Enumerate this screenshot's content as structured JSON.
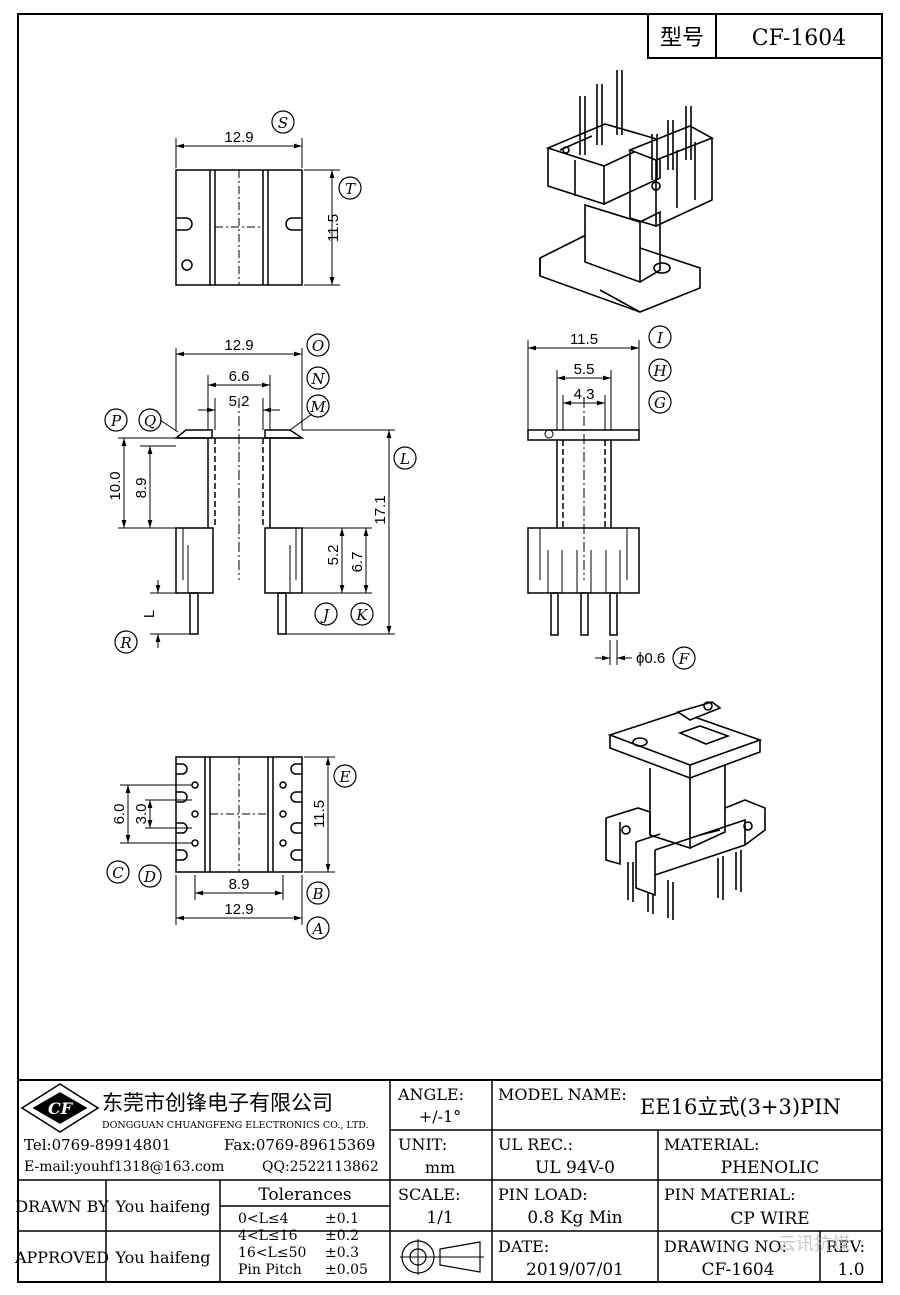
{
  "header": {
    "model_label": "型号",
    "model_value": "CF-1604"
  },
  "dimensions": {
    "top_view": {
      "width": "12.9",
      "height": "11.5",
      "tag_width": "S",
      "tag_height": "T"
    },
    "front_view": {
      "overall_width": "12.9",
      "flange_inner": "6.6",
      "core_width": "5.2",
      "height_100": "10.0",
      "height_89": "8.9",
      "total_height": "17.1",
      "pin_52": "5.2",
      "pin_67": "6.7",
      "lead": "L",
      "tags": [
        "O",
        "N",
        "M",
        "P",
        "Q",
        "L",
        "J",
        "K",
        "R"
      ]
    },
    "side_view": {
      "width": "11.5",
      "w55": "5.5",
      "w43": "4.3",
      "pin_dia": "ϕ0.6",
      "tags": [
        "I",
        "H",
        "G",
        "F"
      ]
    },
    "bottom_view": {
      "width": "12.9",
      "inner": "8.9",
      "height": "11.5",
      "pitch6": "6.0",
      "pitch3": "3.0",
      "tags": [
        "E",
        "C",
        "D",
        "B",
        "A"
      ]
    }
  },
  "titleblock": {
    "company_cn": "东莞市创锋电子有限公司",
    "company_en": "DONGGUAN CHUANGFENG ELECTRONICS CO., LTD.",
    "logo_text": "CF",
    "tel": "Tel:0769-89914801",
    "fax": "Fax:0769-89615369",
    "email": "E-mail:youhf1318@163.com",
    "qq": "QQ:2522113862",
    "angle_label": "ANGLE:",
    "angle_value": "+/-1°",
    "model_name_label": "MODEL NAME:",
    "model_name_value": "EE16立式(3+3)PIN",
    "unit_label": "UNIT:",
    "unit_value": "mm",
    "ul_label": "UL REC.:",
    "ul_value": "UL 94V-0",
    "material_label": "MATERIAL:",
    "material_value": "PHENOLIC",
    "drawn_by_label": "DRAWN BY",
    "drawn_by_value": "You haifeng",
    "tolerances_label": "Tolerances",
    "tol_rows": [
      {
        "range": "0<L≤4",
        "value": "±0.1"
      },
      {
        "range": "4<L≤16",
        "value": "±0.2"
      },
      {
        "range": "16<L≤50",
        "value": "±0.3"
      },
      {
        "range": "Pin Pitch",
        "value": "±0.05"
      }
    ],
    "scale_label": "SCALE:",
    "scale_value": "1/1",
    "pin_load_label": "PIN LOAD:",
    "pin_load_value": "0.8 Kg Min",
    "pin_material_label": "PIN MATERIAL:",
    "pin_material_value": "CP WIRE",
    "approved_label": "APPROVED",
    "approved_value": "You haifeng",
    "date_label": "DATE:",
    "date_value": "2019/07/01",
    "drawing_no_label": "DRAWING NO:",
    "drawing_no_value": "CF-1604",
    "rev_label": "REV:",
    "rev_value": "1.0",
    "watermark": "云讯抗煤"
  }
}
